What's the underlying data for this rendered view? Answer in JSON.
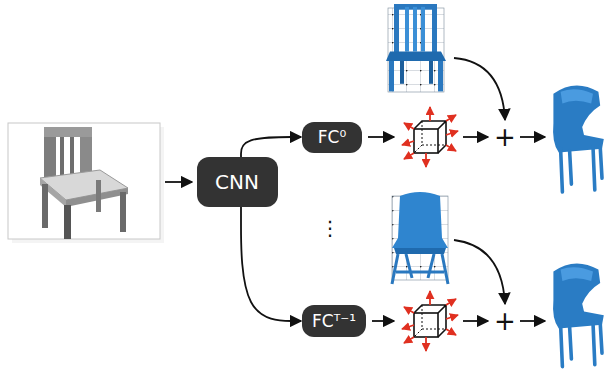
{
  "diagram": {
    "nodes": [
      {
        "text": [
          "CNN"
        ]
      },
      {
        "text": [
          "FC⁰"
        ]
      },
      {
        "text": [
          "FCᵀ⁻¹"
        ]
      }
    ],
    "edges": [
      {
        "from": 0,
        "to": 1,
        "arrow": "to"
      },
      {
        "from": 0,
        "to": 2,
        "arrow": "to"
      }
    ],
    "labels": [
      "⋮",
      "+",
      "+"
    ]
  }
}
